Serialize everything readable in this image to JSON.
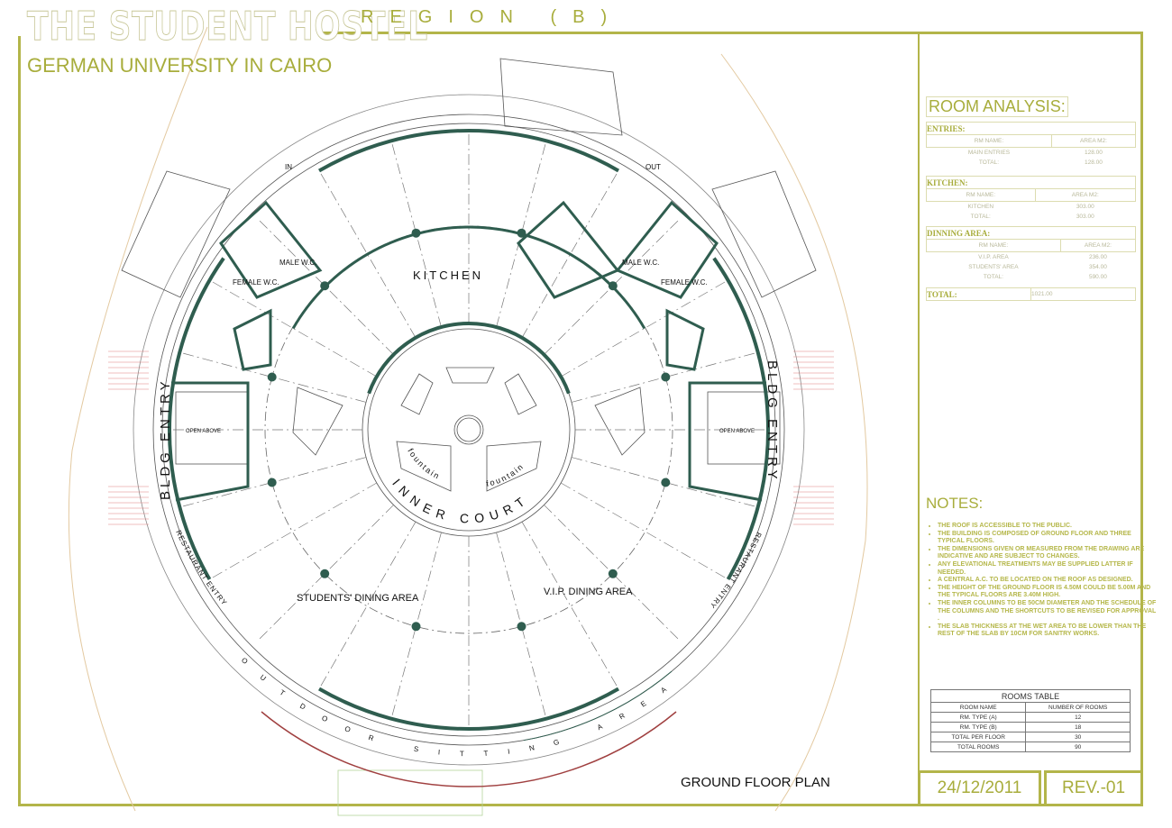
{
  "header": {
    "title": "THE STUDENT HOSTEL",
    "subtitle": "GERMAN UNIVERSITY IN CAIRO",
    "region": "REGION (B)"
  },
  "plan": {
    "in": "IN",
    "out": "OUT",
    "kitchen": "KITCHEN",
    "male_wc": "MALE W.C.",
    "female_wc": "FEMALE W.C.",
    "open_above": "OPEN ABOVE",
    "bldg_entry": "BLDG ENTRY",
    "restaurant_entry": "RESTAURANT ENTRY",
    "students_dining": "STUDENTS' DINING AREA",
    "vip_dining": "V.I.P. DINING AREA",
    "inner_court": "INNER COURT",
    "fountain": "fountain",
    "outdoor": "OUTDOOR SITTING AREA",
    "plan_title": "GROUND FLOOR PLAN"
  },
  "room_analysis": {
    "title": "ROOM ANALYSIS:",
    "col_name": "RM NAME:",
    "col_area": "AREA M2:",
    "total_label": "TOTAL:",
    "entries": {
      "heading": "ENTRIES:",
      "rows": [
        {
          "name": "MAIN ENTRIES",
          "area": "128.00"
        }
      ],
      "total": "128.00"
    },
    "kitchen": {
      "heading": "KITCHEN:",
      "rows": [
        {
          "name": "KITCHEN",
          "area": "303.00"
        }
      ],
      "total": "303.00"
    },
    "dining": {
      "heading": "DINNING AREA:",
      "rows": [
        {
          "name": "V.I.P. AREA",
          "area": "236.00"
        },
        {
          "name": "STUDENTS' AREA",
          "area": "354.00"
        }
      ],
      "total": "590.00"
    },
    "grand_total_label": "TOTAL:",
    "grand_total": "1021.00"
  },
  "notes": {
    "title": "NOTES:",
    "items": [
      "THE ROOF IS ACCESSIBLE TO THE PUBLIC.",
      "THE BUILDING IS COMPOSED OF GROUND FLOOR AND THREE TYPICAL FLOORS.",
      "THE DIMENSIONS GIVEN OR MEASURED FROM THE DRAWING ARE INDICATIVE AND ARE SUBJECT TO CHANGES.",
      "ANY ELEVATIONAL TREATMENTS MAY BE SUPPLIED LATTER IF NEEDED.",
      "A CENTRAL A.C. TO BE LOCATED ON THE ROOF AS DESIGNED.",
      "THE HEIGHT OF THE GROUND FLOOR IS 4.50M COULD BE 5.00M AND THE TYPICAL FLOORS ARE 3.40M HIGH.",
      "THE INNER COLUMNS TO BE 50CM DIAMETER AND THE SCHEDULE OF THE COLUMNS AND THE SHORTCUTS TO BE REVISED FOR APPROVAL .",
      "THE SLAB THICKNESS AT THE WET AREA TO BE LOWER THAN THE REST OF THE SLAB BY 10CM FOR SANITRY WORKS."
    ]
  },
  "rooms_table": {
    "title": "ROOMS TABLE",
    "headers": [
      "ROOM NAME",
      "NUMBER OF ROOMS"
    ],
    "rows": [
      [
        "RM. TYPE (A)",
        "12"
      ],
      [
        "RM. TYPE (B)",
        "18"
      ],
      [
        "TOTAL PER FLOOR",
        "30"
      ],
      [
        "TOTAL ROOMS",
        "90"
      ]
    ]
  },
  "footer": {
    "date": "24/12/2011",
    "rev": "REV.-01"
  },
  "colors": {
    "accent": "#a8ad3c",
    "wall": "#2f5d4f",
    "door": "#e07070"
  }
}
